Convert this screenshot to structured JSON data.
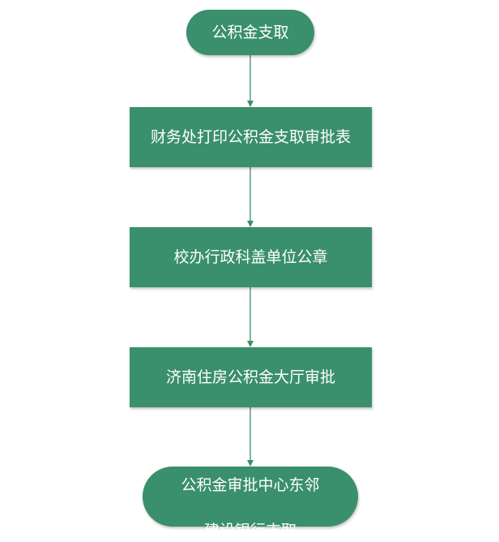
{
  "colors": {
    "node_fill": "#3a8f6c",
    "node_text": "#ffffff",
    "connector": "#3a8f6c",
    "background": "#ffffff"
  },
  "flowchart": {
    "start": {
      "label": "公积金支取"
    },
    "steps": [
      {
        "label": "财务处打印公积金支取审批表"
      },
      {
        "label": "校办行政科盖单位公章"
      },
      {
        "label": "济南住房公积金大厅审批"
      }
    ],
    "end": {
      "label_line1": "公积金审批中心东邻",
      "label_line2": "建设银行支取"
    }
  }
}
